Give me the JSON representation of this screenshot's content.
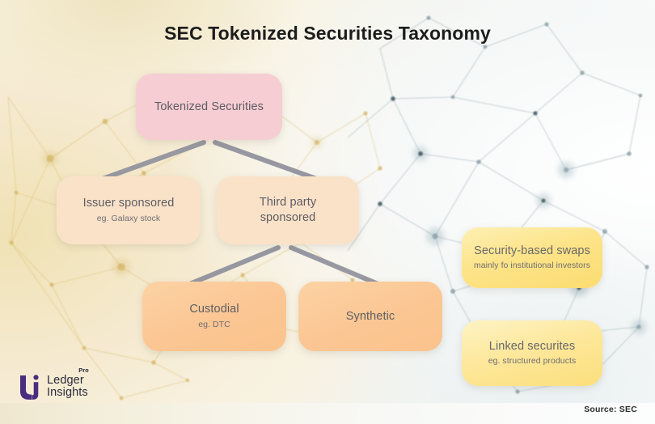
{
  "title": "SEC Tokenized Securities Taxonomy",
  "source_note": "Source: SEC",
  "branding": {
    "mark": "ledger-insights-u-mark",
    "line1": "Ledger",
    "line2": "Insights",
    "tier": "Pro"
  },
  "colors": {
    "level1": "#f6cdd3",
    "level2": "#fae2c9",
    "level3": "#fbc693",
    "aside": "#fde489",
    "connector": "#8f909c",
    "title_text": "#1d1d1d",
    "node_text": "#5d5d62"
  },
  "taxonomy": {
    "root": {
      "id": "tokenized-securities",
      "label": "Tokenized Securities",
      "sub": ""
    },
    "level2": [
      {
        "id": "issuer-sponsored",
        "label": "Issuer sponsored",
        "sub": "eg. Galaxy stock"
      },
      {
        "id": "third-party-sponsored",
        "label": "Third party\nsponsored",
        "sub": ""
      }
    ],
    "level3": [
      {
        "id": "custodial",
        "label": "Custodial",
        "sub": "eg. DTC"
      },
      {
        "id": "synthetic",
        "label": "Synthetic",
        "sub": ""
      }
    ],
    "aside": [
      {
        "id": "security-based-swaps",
        "label": "Security-based swaps",
        "sub": "mainly fo institutional investors"
      },
      {
        "id": "linked-securites",
        "label": "Linked securites",
        "sub": "eg. structured products"
      }
    ]
  }
}
